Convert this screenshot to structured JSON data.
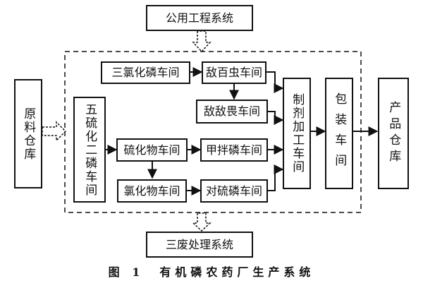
{
  "nodes": {
    "utilities": "公用工程系统",
    "raw_warehouse": "原料仓库",
    "pcl3": "三氯化磷车间",
    "trichlorfon": "敌百虫车间",
    "dichlorvos": "敌敌畏车间",
    "p2s5": "五硫化二磷车间",
    "sulfide": "硫化物车间",
    "chloride": "氯化物车间",
    "methamidophos": "甲拌磷车间",
    "parathion": "对硫磷车间",
    "formulation": "制剂加工车间",
    "packaging": "包装车间",
    "product_warehouse": "产品仓库",
    "waste": "三废处理系统"
  },
  "caption": "图 1　有机磷农药厂生产系统"
}
